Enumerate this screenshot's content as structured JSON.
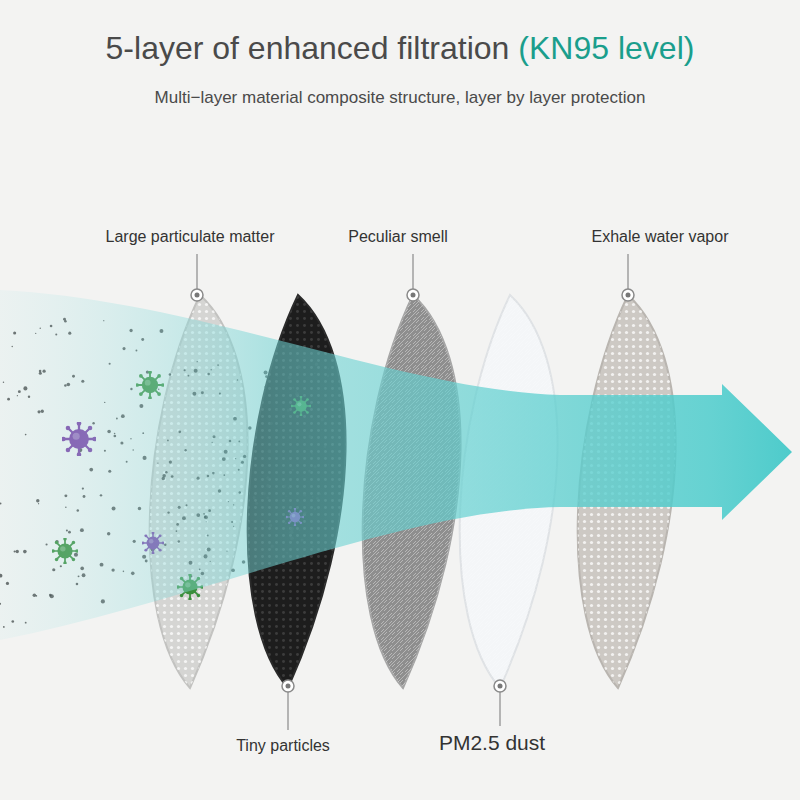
{
  "diagram": {
    "title": "5-layer of enhanced filtration",
    "labels": [
      "(KN95 level)",
      "Multi−layer material composite structure, layer by layer protection",
      "Large particulate matter",
      "Peculiar smell",
      "Exhale water vapor",
      "Tiny particles",
      "PM2.5 dust"
    ]
  }
}
